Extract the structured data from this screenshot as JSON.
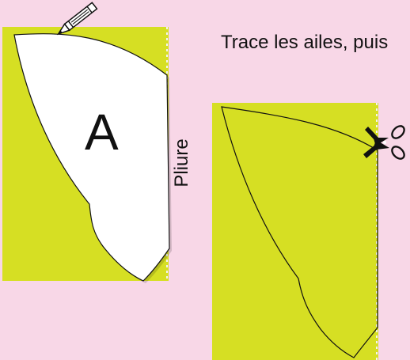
{
  "instruction": "Trace les ailes, puis",
  "wing_label": "A",
  "fold_label": "Pliure",
  "icons": [
    "pencil-icon",
    "scissors-icon"
  ],
  "colors": {
    "background": "#f8d7e7",
    "paper": "#d6df23",
    "template": "#ffffff",
    "outline": "#111111"
  }
}
